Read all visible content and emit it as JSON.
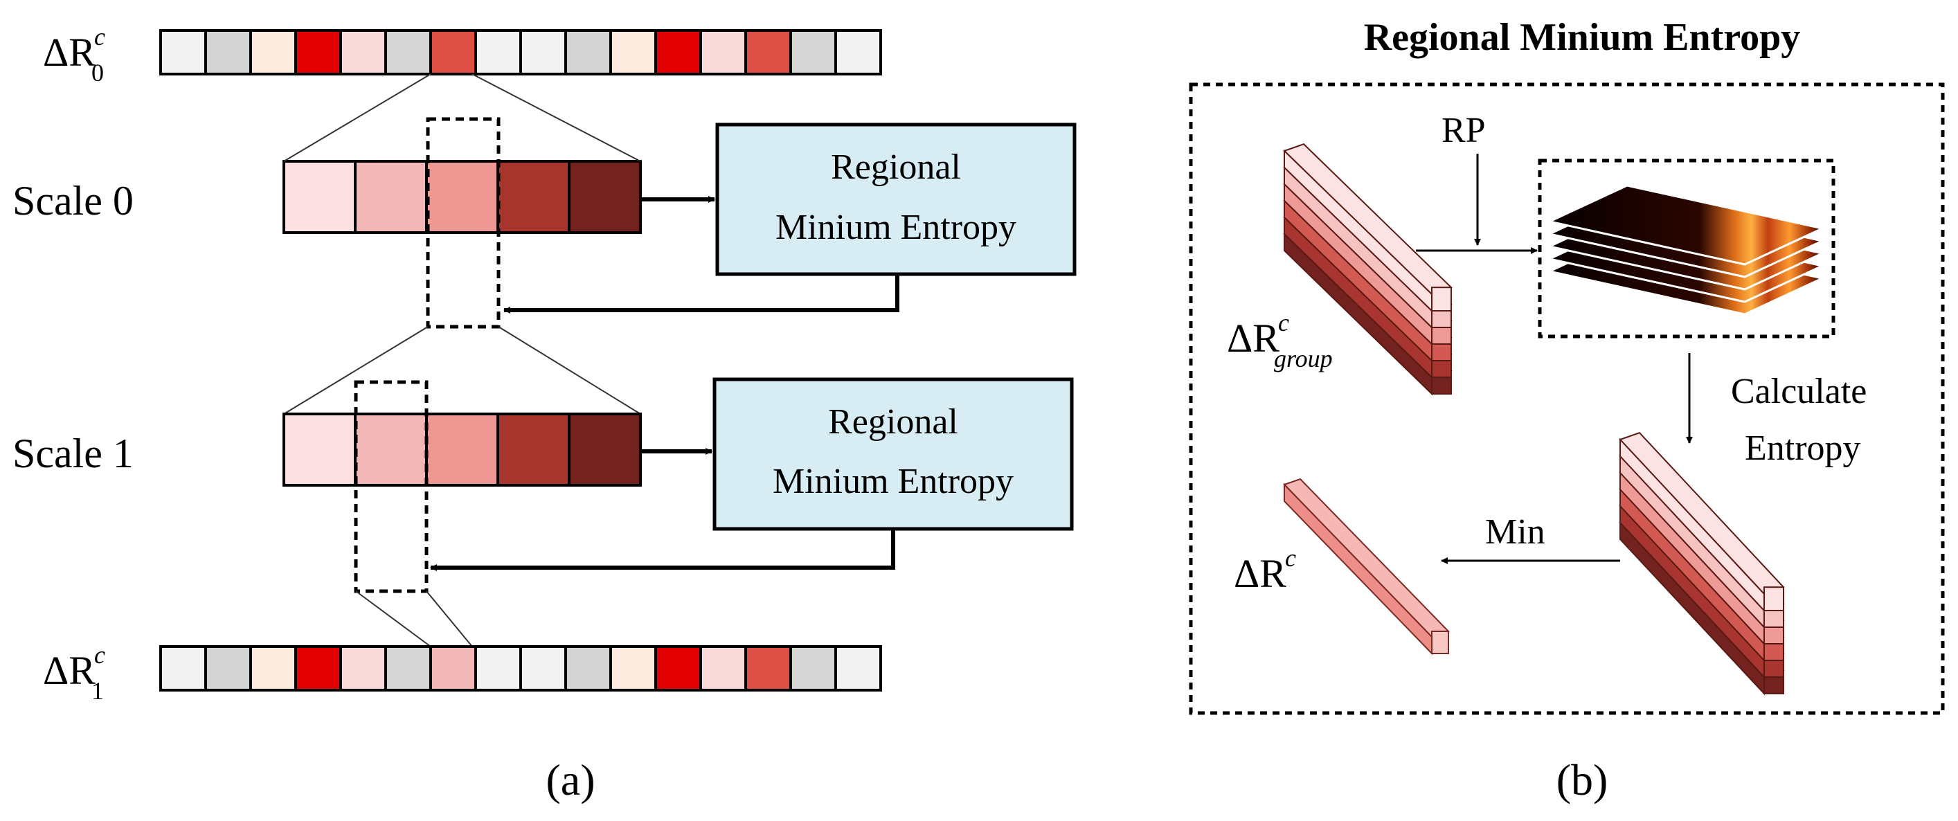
{
  "colors": {
    "cell_palette": [
      "#f2f2f2",
      "#d4d4d4",
      "#fdeadf",
      "#e30000",
      "#f9d9d9",
      "#d6d6d6",
      "#dd4f45",
      "#f2f2f2",
      "#f2f2f2",
      "#d4d4d4",
      "#fdeadf",
      "#e30000",
      "#f9d9d9",
      "#dd4f45",
      "#d6d6d6",
      "#f2f2f2"
    ],
    "row1_palette": [
      "#f2f2f2",
      "#d4d4d4",
      "#fdeadf",
      "#e30000",
      "#f9d9d9",
      "#d6d6d6",
      "#f4b7b7",
      "#f2f2f2",
      "#f2f2f2",
      "#d4d4d4",
      "#fdeadf",
      "#e30000",
      "#f9d9d9",
      "#dd4f45",
      "#d6d6d6",
      "#f2f2f2"
    ],
    "scale_palette": [
      "#fbe1e1",
      "#f4b7b7",
      "#ee9894",
      "#a7352e",
      "#74221f"
    ],
    "rme_box_fill": "#d7edf3"
  },
  "panel_a": {
    "symbol_top": {
      "base": "ΔR",
      "sup": "c",
      "sub": "0"
    },
    "symbol_bottom": {
      "base": "ΔR",
      "sup": "c",
      "sub": "1"
    },
    "scale0_label": "Scale 0",
    "scale1_label": "Scale 1",
    "rme_box0": {
      "line1": "Regional",
      "line2": "Minium Entropy"
    },
    "rme_box1": {
      "line1": "Regional",
      "line2": "Minium Entropy"
    },
    "caption": "(a)"
  },
  "panel_b": {
    "title": "Regional Minium Entropy",
    "rp_label": "RP",
    "calc_line1": "Calculate",
    "calc_line2": "Entropy",
    "min_label": "Min",
    "group_symbol": {
      "base": "ΔR",
      "sup": "c",
      "sub": "group"
    },
    "result_symbol": {
      "base": "ΔR",
      "sup": "c"
    },
    "caption": "(b)"
  }
}
